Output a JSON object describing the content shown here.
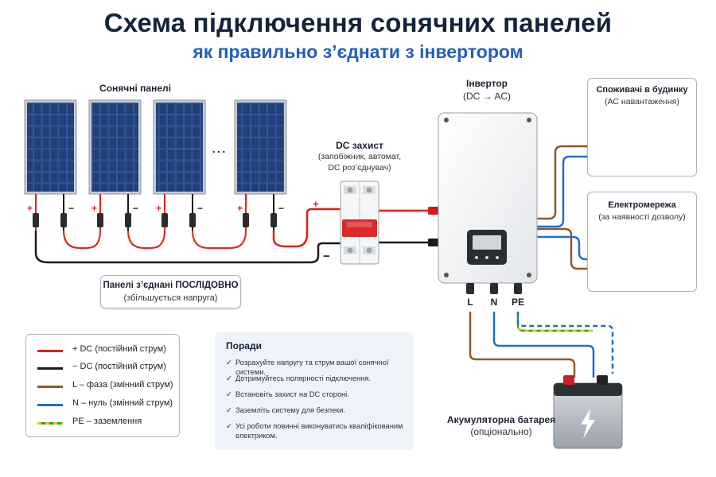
{
  "title": "Схема підключення сонячних панелей",
  "subtitle": "як правильно з’єднати з інвертором",
  "panels_label": "Сонячні панелі",
  "ellipsis": "…",
  "polarity": {
    "plus": "+",
    "minus": "−"
  },
  "dc_protection": {
    "title": "DC захист",
    "line1": "(запобіжник, автомат,",
    "line2": "DC роз’єднувач)"
  },
  "inverter": {
    "title": "Інвертор",
    "subtitle": "(DC → AC)",
    "terminal_l": "L",
    "terminal_n": "N",
    "terminal_pe": "PE"
  },
  "consumers": {
    "title": "Споживачі в будинку",
    "subtitle": "(АС навантаження)"
  },
  "grid": {
    "title": "Електромережа",
    "subtitle": "(за наявності дозволу)"
  },
  "series_note": {
    "line1": "Панелі з’єднані ПОСЛІДОВНО",
    "line2": "(збільшується напруга)"
  },
  "battery": {
    "title": "Акумуляторна батарея",
    "subtitle": "(опціонально)"
  },
  "legend": [
    {
      "label": "+ DC (постійний струм)",
      "color": "#e02020",
      "style": "solid"
    },
    {
      "label": "− DC (постійний струм)",
      "color": "#1a1a1a",
      "style": "solid"
    },
    {
      "label": "L – фаза (змінний струм)",
      "color": "#8b5a2b",
      "style": "solid"
    },
    {
      "label": "N – нуль (змінний струм)",
      "color": "#1f6fd0",
      "style": "solid"
    },
    {
      "label": "PE – заземлення",
      "color": "#e6c21a",
      "style": "dashed-green"
    }
  ],
  "tips": {
    "title": "Поради",
    "items": [
      "Розрахуйте напругу та струм вашої сонячної системи.",
      "Дотримуйтесь полярності підключення.",
      "Встановіть захист на DC стороні.",
      "Заземліть систему для безпеки.",
      "Усі роботи повинні виконуватись кваліфікованим електриком."
    ]
  },
  "colors": {
    "dc_plus": "#e02020",
    "dc_minus": "#1a1a1a",
    "phase": "#8b5a2b",
    "neutral": "#1f6fd0",
    "pe_yellow": "#e6c21a",
    "pe_green": "#2e9e3c",
    "title": "#14233a",
    "accent": "#1f5fbf"
  }
}
